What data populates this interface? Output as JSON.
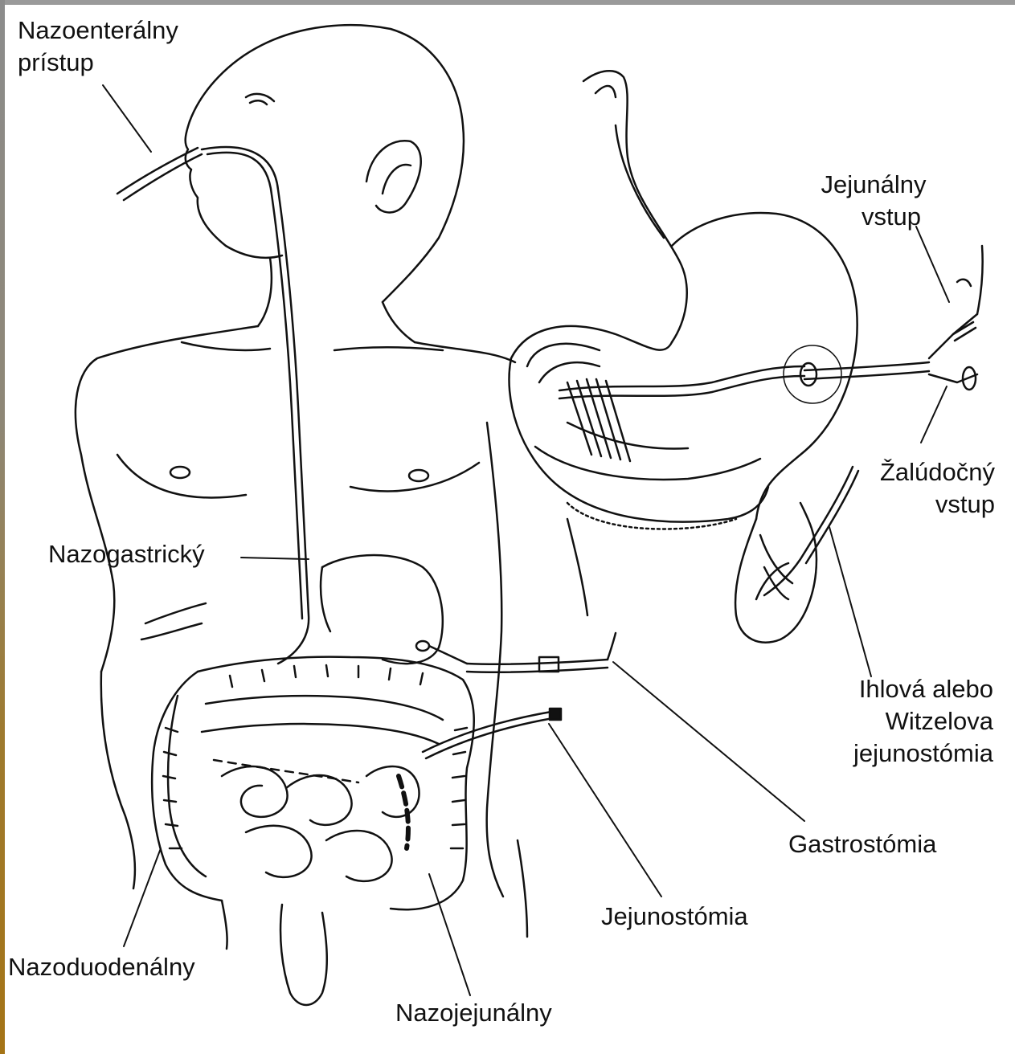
{
  "labels": {
    "nasoenteral": [
      "Nazoenterálny",
      "prístup"
    ],
    "nasogastric": "Nazogastrický",
    "nasoduodenal": "Nazoduodenálny",
    "nasojejunal": "Nazojejunálny",
    "jejunostomy": "Jejunostómia",
    "gastrostomy": "Gastrostómia",
    "needle_jejunostomy": [
      "Ihlová alebo",
      "Witzelova",
      "jejunostómia"
    ],
    "jejunal_port": [
      "Jejunálny",
      "vstup"
    ],
    "gastric_port": [
      "Žalúdočný",
      "vstup"
    ]
  },
  "colors": {
    "ink": "#111111",
    "paper": "#ffffff",
    "frame": "#8a8a8a"
  }
}
